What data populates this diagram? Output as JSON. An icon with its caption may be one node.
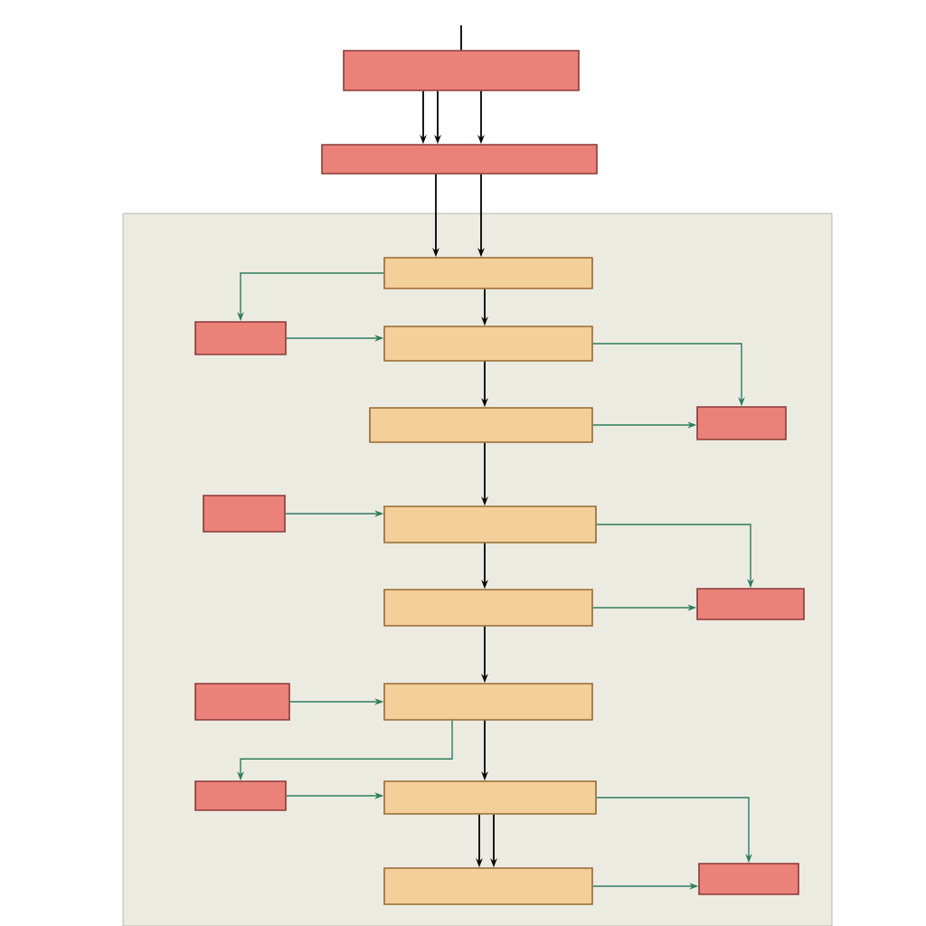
{
  "diagram": {
    "nodes": [
      {
        "text": [],
        "shape": "box"
      },
      {
        "text": [],
        "shape": "box"
      },
      {
        "text": [],
        "shape": "box"
      },
      {
        "text": [],
        "shape": "box"
      },
      {
        "text": [],
        "shape": "box"
      },
      {
        "text": [],
        "shape": "box"
      },
      {
        "text": [],
        "shape": "box"
      },
      {
        "text": [],
        "shape": "box"
      },
      {
        "text": [],
        "shape": "box"
      },
      {
        "text": [],
        "shape": "box"
      },
      {
        "text": [],
        "shape": "box"
      },
      {
        "text": [],
        "shape": "box"
      },
      {
        "text": [],
        "shape": "box"
      },
      {
        "text": [],
        "shape": "box"
      },
      {
        "text": [],
        "shape": "box"
      },
      {
        "text": [],
        "shape": "box"
      },
      {
        "text": [],
        "shape": "box"
      }
    ],
    "edges": [
      {
        "from": null,
        "to": 0,
        "arrow": "none"
      },
      {
        "from": 0,
        "to": 1,
        "arrow": "to"
      },
      {
        "from": 0,
        "to": 1,
        "arrow": "to"
      },
      {
        "from": 0,
        "to": 1,
        "arrow": "to"
      },
      {
        "from": 1,
        "to": 2,
        "arrow": "to"
      },
      {
        "from": 1,
        "to": 2,
        "arrow": "to"
      },
      {
        "from": 2,
        "to": 4,
        "arrow": "to"
      },
      {
        "from": 4,
        "to": 5,
        "arrow": "to"
      },
      {
        "from": 5,
        "to": 8,
        "arrow": "to"
      },
      {
        "from": 8,
        "to": 9,
        "arrow": "to"
      },
      {
        "from": 9,
        "to": 12,
        "arrow": "to"
      },
      {
        "from": 12,
        "to": 14,
        "arrow": "to"
      },
      {
        "from": 14,
        "to": 15,
        "arrow": "to"
      },
      {
        "from": 14,
        "to": 15,
        "arrow": "to"
      },
      {
        "from": 3,
        "to": 4,
        "arrow": "to",
        "color": "#2e7d5b"
      },
      {
        "from": 5,
        "to": 6,
        "arrow": "to",
        "color": "#2e7d5b"
      },
      {
        "from": 7,
        "to": 8,
        "arrow": "to",
        "color": "#2e7d5b"
      },
      {
        "from": 9,
        "to": 10,
        "arrow": "to",
        "color": "#2e7d5b"
      },
      {
        "from": 11,
        "to": 12,
        "arrow": "to",
        "color": "#2e7d5b"
      },
      {
        "from": 13,
        "to": 14,
        "arrow": "to",
        "color": "#2e7d5b"
      },
      {
        "from": 15,
        "to": 16,
        "arrow": "to",
        "color": "#2e7d5b"
      },
      {
        "from": 2,
        "to": 3,
        "arrow": "to",
        "color": "#2e7d5b"
      },
      {
        "from": 4,
        "to": 6,
        "arrow": "to",
        "color": "#2e7d5b"
      },
      {
        "from": 8,
        "to": 10,
        "arrow": "to",
        "color": "#2e7d5b"
      },
      {
        "from": 12,
        "to": 13,
        "arrow": "to",
        "color": "#2e7d5b"
      },
      {
        "from": 14,
        "to": 16,
        "arrow": "to",
        "color": "#2e7d5b"
      }
    ]
  }
}
